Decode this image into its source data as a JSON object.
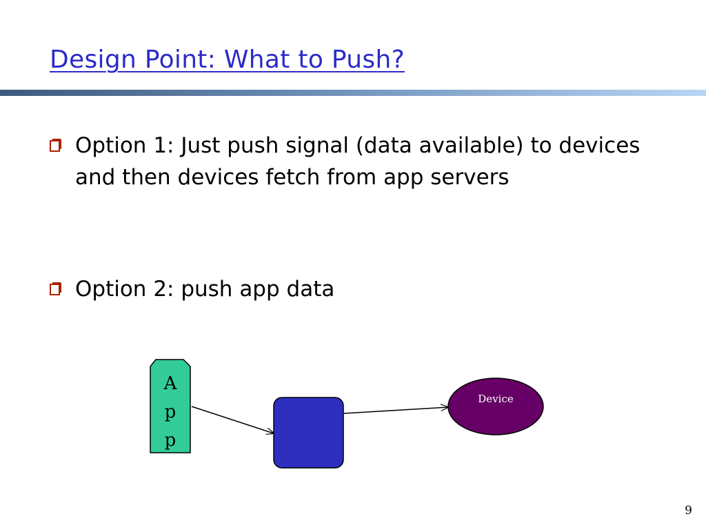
{
  "slide": {
    "title": "Design Point: What to Push?",
    "page_number": "9"
  },
  "bullets": [
    {
      "text": "Option 1: Just push signal (data available) to devices and then devices fetch from app servers"
    },
    {
      "text": "Option 2: push app data"
    }
  ],
  "diagram": {
    "app_label_letters": [
      "A",
      "p",
      "p"
    ],
    "device_label": "Device",
    "colors": {
      "app_fill": "#33cc99",
      "server_fill": "#2e2ebf",
      "device_fill": "#660066",
      "title": "#2b2bc8",
      "bullet_box": "#aa2200"
    }
  }
}
